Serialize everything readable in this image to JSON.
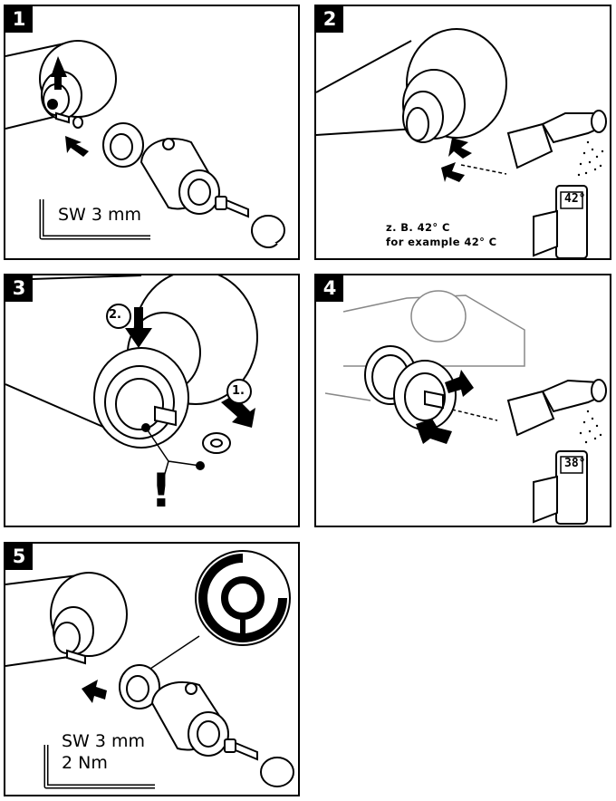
{
  "steps": [
    {
      "number": "1",
      "wrench": "SW 3 mm"
    },
    {
      "number": "2",
      "example_de": "z. B. 42° C",
      "example_en": "for example 42° C",
      "display": "42°"
    },
    {
      "number": "3",
      "tag_first": "1.",
      "tag_second": "2.",
      "warning": "!"
    },
    {
      "number": "4",
      "display": "38°"
    },
    {
      "number": "5",
      "wrench": "SW 3 mm",
      "torque": "2 Nm"
    }
  ]
}
